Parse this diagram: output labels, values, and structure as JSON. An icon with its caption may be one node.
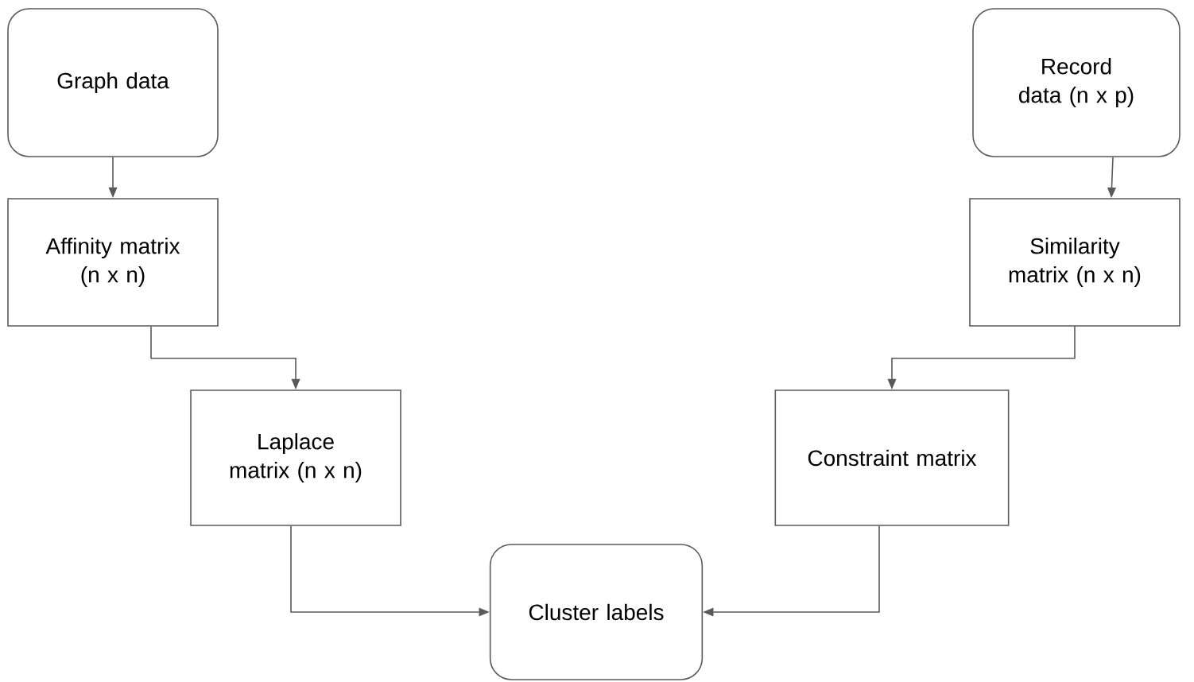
{
  "diagram": {
    "nodes": [
      {
        "text": [
          "Graph data"
        ]
      },
      {
        "text": [
          "Record data (n x p)"
        ]
      },
      {
        "text": [
          "Affinity matrix (n x n)"
        ]
      },
      {
        "text": [
          "Similarity matrix (n x n)"
        ]
      },
      {
        "text": [
          "Laplace matrix (n x n)"
        ]
      },
      {
        "text": [
          "Constraint matrix"
        ]
      },
      {
        "text": [
          "Cluster labels"
        ]
      }
    ],
    "edges": [
      {
        "from": 0,
        "to": 2,
        "arrow": "to"
      },
      {
        "from": 1,
        "to": 3,
        "arrow": "to"
      },
      {
        "from": 2,
        "to": 4,
        "arrow": "to"
      },
      {
        "from": 3,
        "to": 5,
        "arrow": "to"
      },
      {
        "from": 4,
        "to": 6,
        "arrow": "to"
      },
      {
        "from": 5,
        "to": 6,
        "arrow": "to"
      }
    ]
  }
}
